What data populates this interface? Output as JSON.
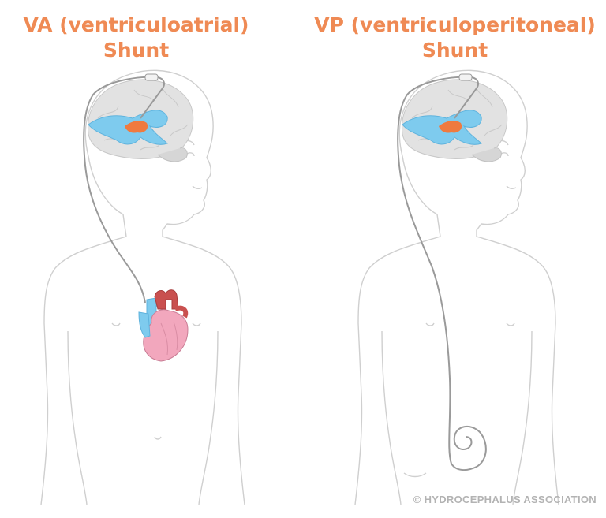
{
  "figure": {
    "left_panel": {
      "title_line1": "VA (ventriculoatrial)",
      "title_line2": "Shunt"
    },
    "right_panel": {
      "title_line1": "VP (ventriculoperitoneal)",
      "title_line2": "Shunt"
    },
    "copyright": "© HYDROCEPHALUS ASSOCIATION"
  },
  "colors": {
    "title": "#ef8a54",
    "ventricles": "#7ecbee",
    "brain": "#e0e0e0",
    "heart": "#f2a7bd",
    "heart_vessels": "#c9504f",
    "outline": "#cfcfcf",
    "catheter": "#9a9a9a"
  }
}
